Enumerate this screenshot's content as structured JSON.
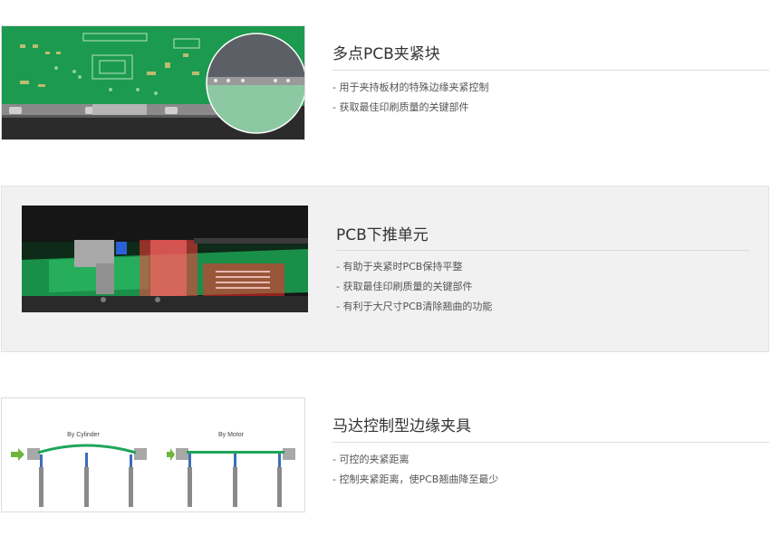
{
  "features": [
    {
      "title": "多点PCB夹紧块",
      "bullets": [
        "- 用于夹持板材的特殊边缘夹紧控制",
        "- 获取最佳印刷质量的关键部件"
      ]
    },
    {
      "title": "PCB下推单元",
      "bullets": [
        "- 有助于夹紧时PCB保持平整",
        "- 获取最佳印刷质量的关键部件",
        "- 有利于大尺寸PCB清除翘曲的功能"
      ]
    },
    {
      "title": "马达控制型边缘夹具",
      "bullets": [
        "- 可控的夹紧距离",
        "- 控制夹紧距离，使PCB翘曲降至最少"
      ],
      "diagram": {
        "left_label": "By Cylinder",
        "right_label": "By Motor"
      }
    }
  ],
  "colors": {
    "pcb_green": "#1fa55a",
    "arrow_green": "#6fb53b",
    "support_blue": "#3a6fb5"
  }
}
